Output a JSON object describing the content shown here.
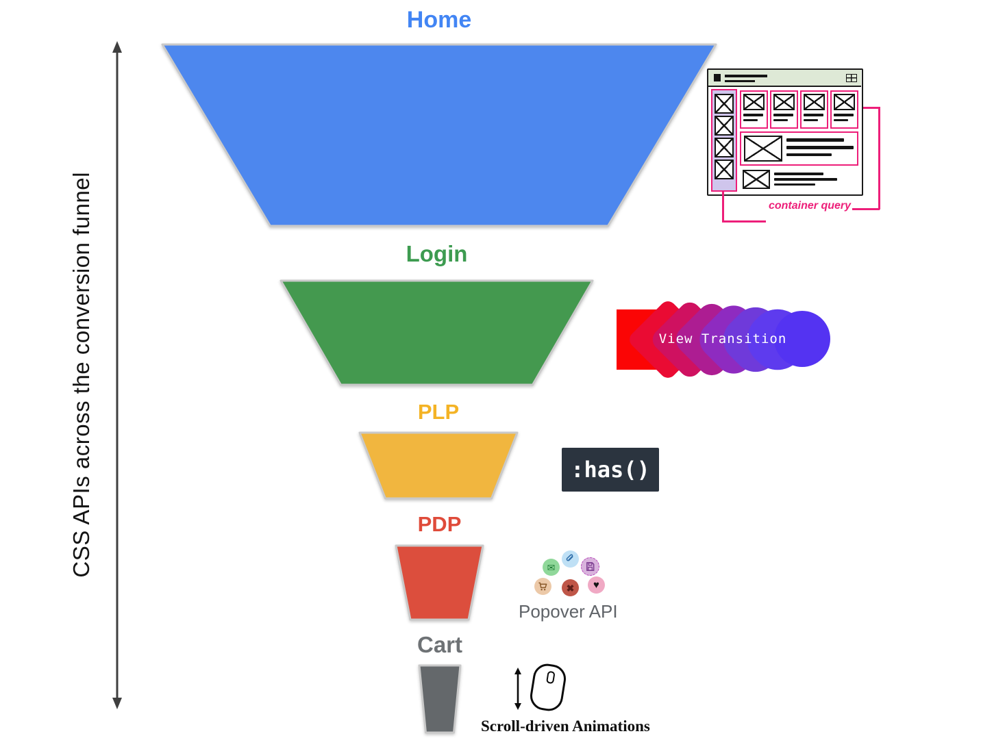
{
  "axis": {
    "label": "CSS APIs across the conversion funnel"
  },
  "funnel": {
    "stages": [
      {
        "id": "home",
        "label": "Home",
        "fill": "#4d87ee",
        "label_color": "#4285f4"
      },
      {
        "id": "login",
        "label": "Login",
        "fill": "#44994f",
        "label_color": "#3d9b50"
      },
      {
        "id": "plp",
        "label": "PLP",
        "fill": "#f1b63f",
        "label_color": "#f4b325"
      },
      {
        "id": "pdp",
        "label": "PDP",
        "fill": "#dc4e3d",
        "label_color": "#df4b3a"
      },
      {
        "id": "cart",
        "label": "Cart",
        "fill": "#64686b",
        "label_color": "#6e7275"
      }
    ]
  },
  "annotations": {
    "container_query": {
      "label": "container query",
      "accent": "#ed1e79"
    },
    "view_transition": {
      "label": "View Transition",
      "start_color": "#fb0505",
      "end_color": "#5433f2"
    },
    "has_selector": {
      "label": ":has()",
      "bg": "#2b343f",
      "text_color": "#ffffff"
    },
    "popover": {
      "label": "Popover API",
      "icons": [
        {
          "name": "email-icon",
          "glyph": "✉"
        },
        {
          "name": "attachment-icon",
          "glyph": "paperclip"
        },
        {
          "name": "save-icon",
          "glyph": "floppy-disk"
        },
        {
          "name": "cart-icon",
          "glyph": "shopping-cart"
        },
        {
          "name": "close-icon",
          "glyph": "✖"
        },
        {
          "name": "heart-icon",
          "glyph": "♥"
        }
      ]
    },
    "scroll_animations": {
      "label": "Scroll-driven Animations"
    }
  }
}
